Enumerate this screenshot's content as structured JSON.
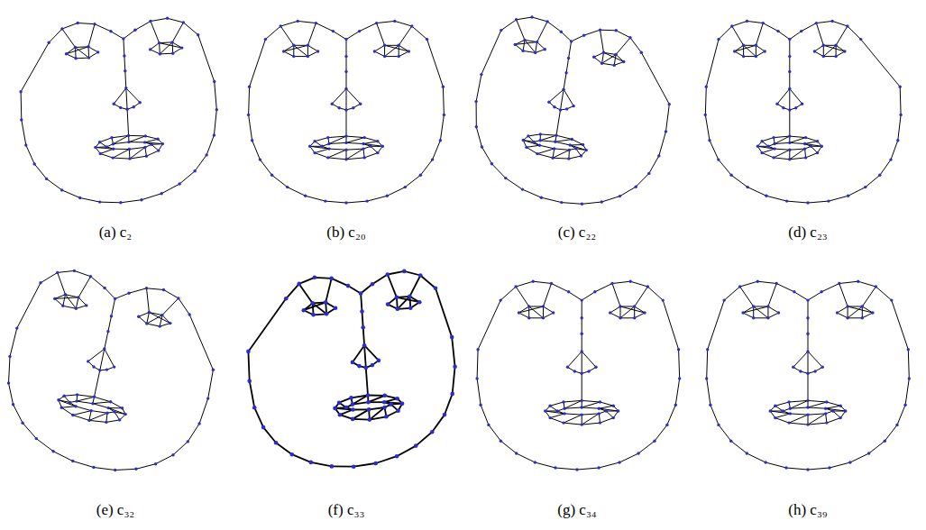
{
  "diagram": {
    "labels": [
      "(a) c₂",
      "(b) c₂₀",
      "(c) c₂₂",
      "(d) c₂₃",
      "(e) c₃₂",
      "(f) c₃₃",
      "(g) c₃₄",
      "(h) c₃₉"
    ]
  }
}
